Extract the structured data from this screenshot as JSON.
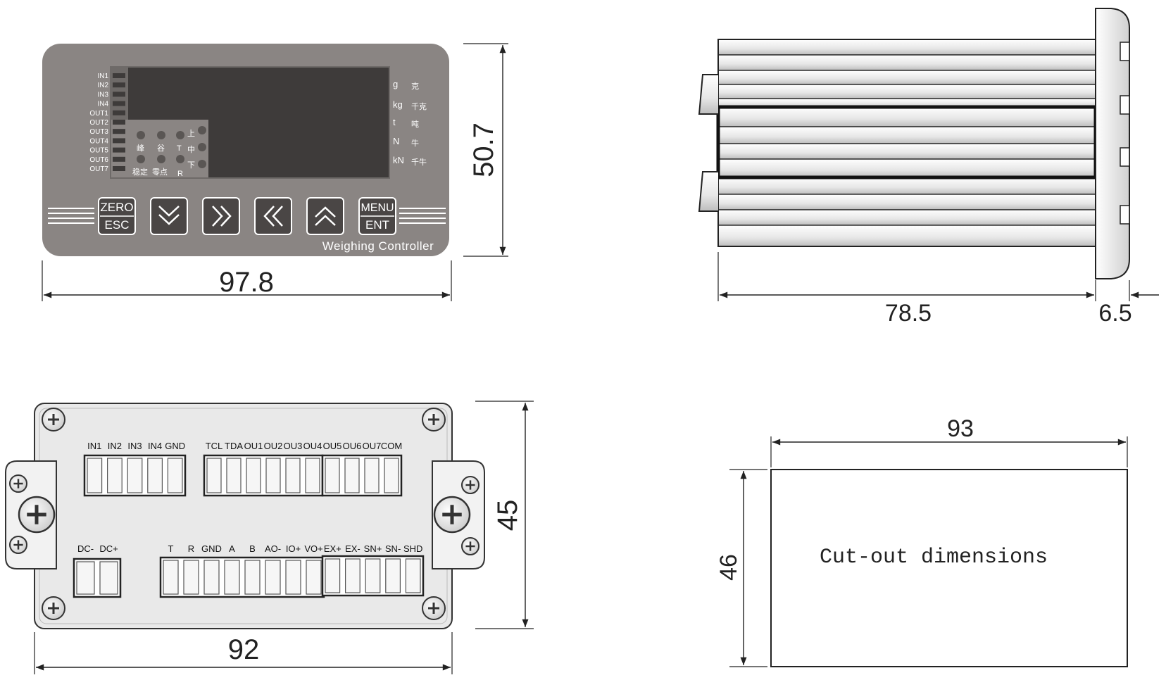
{
  "front_view": {
    "inputs": [
      "IN1",
      "IN2",
      "IN3",
      "IN4"
    ],
    "outputs": [
      "OUT1",
      "OUT2",
      "OUT3",
      "OUT4",
      "OUT5",
      "OUT6",
      "OUT7"
    ],
    "units": [
      {
        "unit": "g",
        "zh": "克"
      },
      {
        "unit": "kg",
        "zh": "千克"
      },
      {
        "unit": "t",
        "zh": "吨"
      },
      {
        "unit": "N",
        "zh": "牛"
      },
      {
        "unit": "kN",
        "zh": "千牛"
      }
    ],
    "indicators": {
      "peak": "峰",
      "valley": "谷",
      "tare": "T",
      "upper": "上",
      "middle": "中",
      "lower": "下",
      "stable": "稳定",
      "zero": "零点",
      "r": "R"
    },
    "keys": {
      "zero": "ZERO",
      "esc": "ESC",
      "menu": "MENU",
      "ent": "ENT"
    },
    "product_name": "Weighing Controller",
    "colors": {
      "panel": "#8a8583",
      "display": "#3e3b3a",
      "key": "#4a4645"
    }
  },
  "dimensions": {
    "front_width": "97.8",
    "front_height": "50.7",
    "side_depth": "78.5",
    "side_bezel": "6.5",
    "rear_width": "92",
    "rear_height": "45",
    "cutout_width": "93",
    "cutout_height": "46"
  },
  "rear_view": {
    "top_left_terminals": [
      "IN1",
      "IN2",
      "IN3",
      "IN4",
      "GND"
    ],
    "top_right_terminals": [
      "TCL",
      "TDA",
      "OU1",
      "OU2",
      "OU3",
      "OU4",
      "OU5",
      "OU6",
      "OU7",
      "COM"
    ],
    "bottom_left_terminals": [
      "DC-",
      "DC+"
    ],
    "bottom_mid_terminals": [
      "T",
      "R",
      "GND",
      "A",
      "B",
      "AO-",
      "IO+",
      "VO+"
    ],
    "bottom_right_terminals": [
      "EX+",
      "EX-",
      "SN+",
      "SN-",
      "SHD"
    ]
  },
  "cutout": {
    "label": "Cut-out dimensions"
  }
}
